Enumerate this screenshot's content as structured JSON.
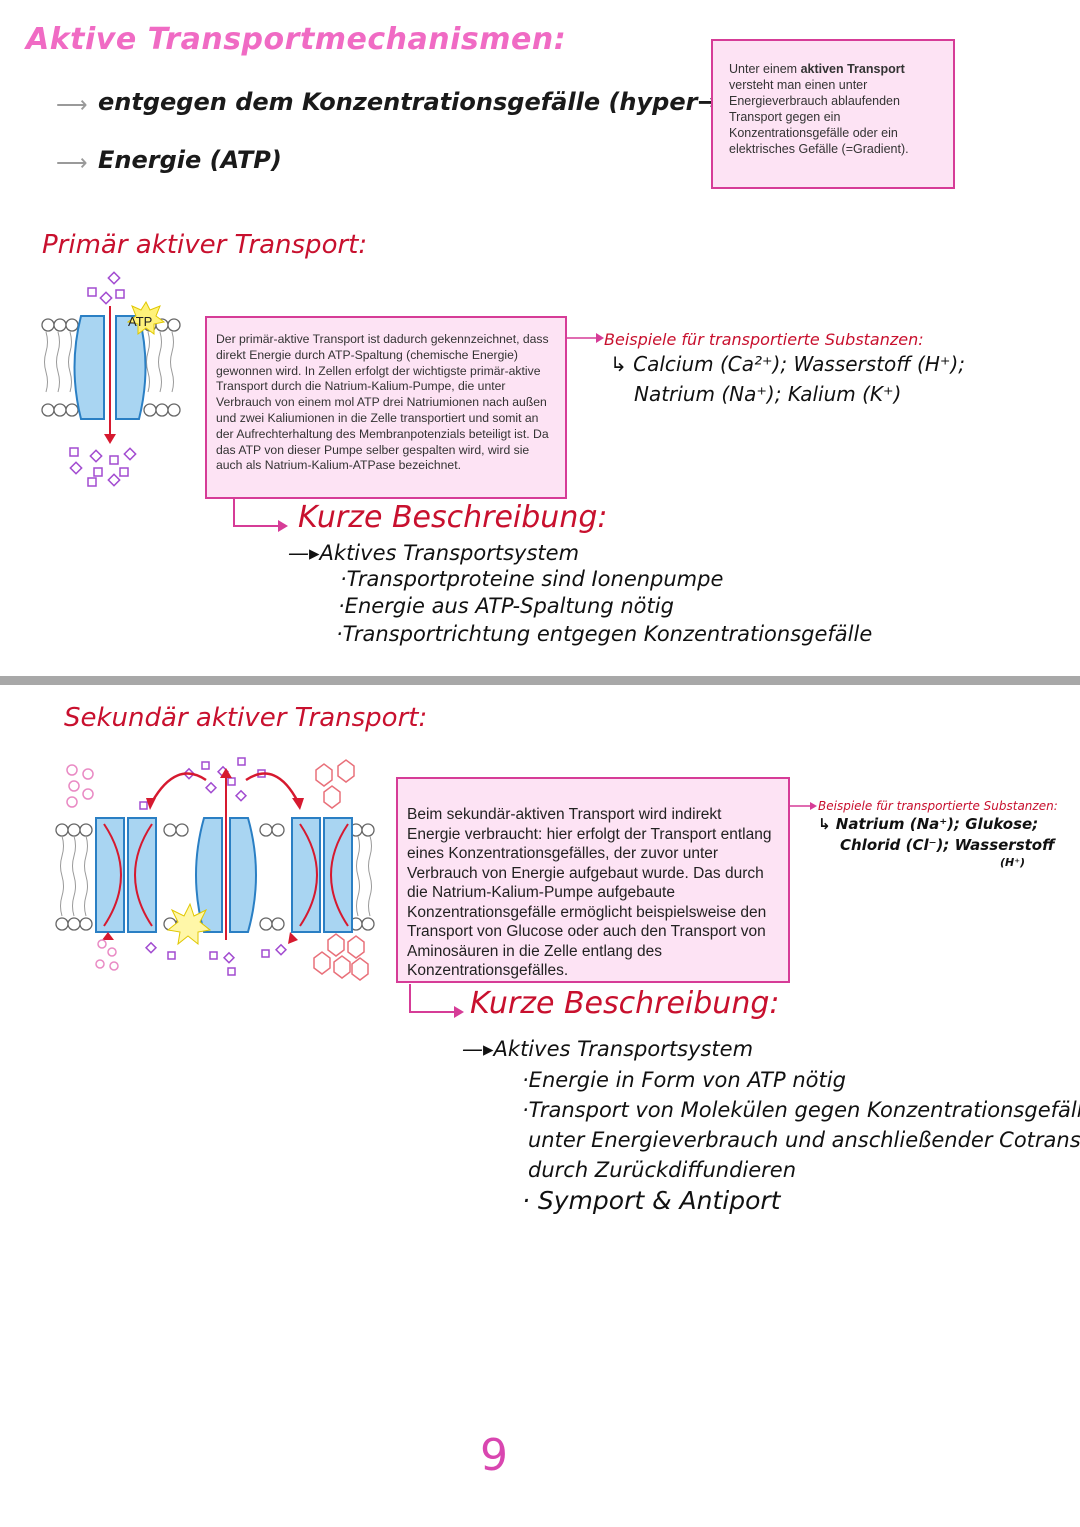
{
  "header": {
    "title": "Aktive Transportmechanismen:",
    "points": [
      "entgegen dem Konzentrationsgefälle (hyper→hypo)",
      "Energie (ATP)"
    ]
  },
  "definition": {
    "text_prefix": "Unter einem ",
    "text_bold": "aktiven Transport",
    "text_suffix": " versteht man einen unter Energieverbrauch ablaufenden Transport gegen ein Konzentrationsgefälle oder ein elektrisches Gefälle (=Gradient)."
  },
  "primary": {
    "title": "Primär aktiver Transport:",
    "atp_label": "ATP",
    "box_text": "Der primär-aktive Transport ist dadurch gekennzeichnet, dass direkt Energie durch ATP-Spaltung (chemische Energie) gewonnen wird. In Zellen erfolgt der wichtigste primär-aktive Transport durch die Natrium-Kalium-Pumpe, die unter Verbrauch von einem mol ATP drei Natriumionen nach außen und zwei Kaliumionen in die Zelle transportiert und somit an der Aufrechterhaltung des Membranpotenzials beteiligt ist. Da das ATP von dieser Pumpe selber gespalten wird, wird sie auch als Natrium-Kalium-ATPase bezeichnet.",
    "examples_title": "Beispiele für transportierte Substanzen:",
    "examples_line1": "Calcium (Ca²⁺); Wasserstoff (H⁺);",
    "examples_line2": "Natrium (Na⁺); Kalium (K⁺)",
    "short_title": "Kurze Beschreibung:",
    "short_items": [
      "Aktives Transportsystem",
      "·Transportproteine sind Ionenpumpe",
      "·Energie aus ATP-Spaltung nötig",
      "·Transportrichtung entgegen Konzentrationsgefälle"
    ]
  },
  "secondary": {
    "title": "Sekundär aktiver Transport:",
    "box_text": "Beim sekundär-aktiven Transport wird indirekt Energie verbraucht: hier erfolgt der Transport entlang eines Konzentrationsgefälles, der zuvor unter Verbrauch von Energie aufgebaut wurde. Das durch die Natrium-Kalium-Pumpe aufgebaute Konzentrationsgefälle ermöglicht beispielsweise den Transport von Glucose oder auch den Transport von Aminosäuren in die Zelle entlang des Konzentrationsgefälles.",
    "examples_title": "Beispiele für transportierte Substanzen:",
    "examples_line1": "Natrium (Na⁺); Glukose;",
    "examples_line2": "Chlorid (Cl⁻); Wasserstoff",
    "examples_line3": "(H⁺)",
    "short_title": "Kurze Beschreibung:",
    "short_items": [
      "Aktives Transportsystem",
      "·Energie in Form von ATP nötig",
      "·Transport von Molekülen gegen Konzentrationsgefälle",
      "unter Energieverbrauch und anschließender Cotransport",
      "durch Zurückdiffundieren",
      "· Symport & Antiport"
    ]
  },
  "page_number": "9",
  "colors": {
    "title_pink": "#f06bc4",
    "red": "#c8102e",
    "box_fill": "#fde3f4",
    "box_border": "#d63c97",
    "protein_blue": "#a9d5f2"
  }
}
